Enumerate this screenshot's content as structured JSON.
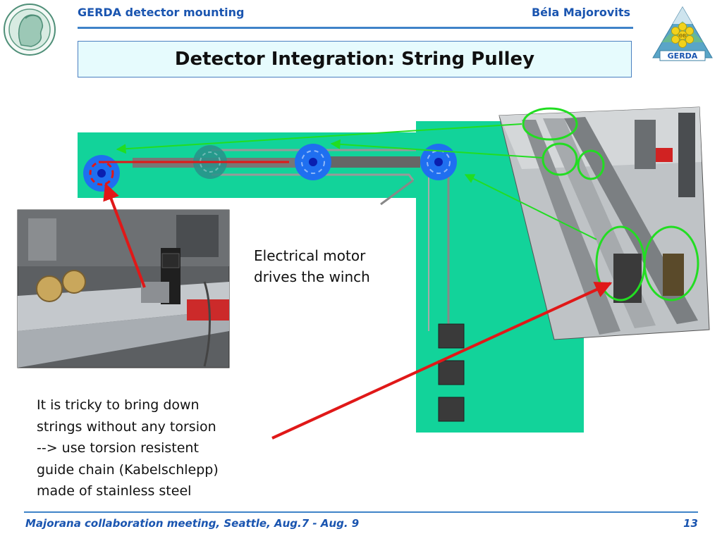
{
  "header": {
    "left_title": "GERDA detector mounting",
    "right_author": "Béla Majorovits",
    "logo_right_text": "GERDA",
    "logo_right_center_text": "ΘB"
  },
  "slide": {
    "title": "Detector Integration: String Pulley"
  },
  "captions": {
    "motor_lines": [
      "Electrical motor",
      "drives the winch"
    ],
    "note_lines": [
      "It is tricky to bring down",
      "strings without any torsion",
      "--> use torsion resistent",
      "guide chain (Kabelschlepp)",
      "made of stainless steel"
    ]
  },
  "footer": {
    "meeting": "Majorana collaboration meeting, Seattle, Aug.7 - Aug. 9",
    "page_number": "13"
  },
  "colors": {
    "brand_blue": "#1a55b0",
    "diagram_green": "#12d39a",
    "pulley_blue": "#1f6ff0",
    "arrow_red": "#e01818",
    "arrow_green": "#22dd22"
  },
  "icons": {
    "left_logo": "minerva-seal-icon",
    "right_logo": "gerda-mountain-logo-icon"
  }
}
